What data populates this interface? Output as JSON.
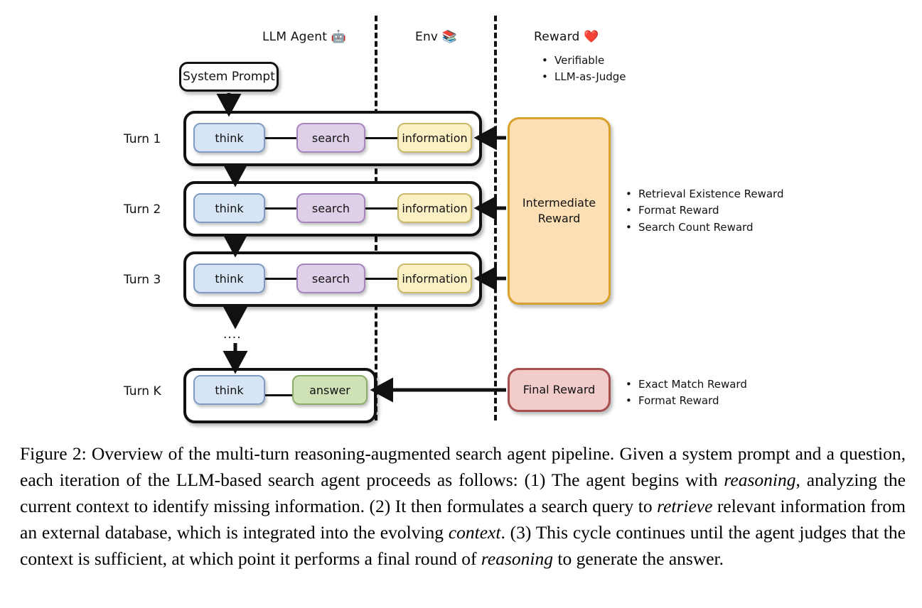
{
  "figure": {
    "columns": [
      {
        "label": "LLM Agent",
        "emoji": "🤖",
        "icon": "robot-icon"
      },
      {
        "label": "Env",
        "emoji": "📚",
        "icon": "books-icon"
      },
      {
        "label": "Reward",
        "emoji": "❤️",
        "icon": "heart-icon"
      }
    ],
    "reward_header_bullets": [
      "Verifiable",
      "LLM-as-Judge"
    ],
    "system_prompt": "System Prompt",
    "turns": [
      {
        "label": "Turn 1",
        "nodes": [
          "think",
          "search",
          "information"
        ]
      },
      {
        "label": "Turn 2",
        "nodes": [
          "think",
          "search",
          "information"
        ]
      },
      {
        "label": "Turn 3",
        "nodes": [
          "think",
          "search",
          "information"
        ]
      },
      {
        "label": "Turn K",
        "nodes": [
          "think",
          "answer"
        ]
      }
    ],
    "ellipsis": "....",
    "intermediate_reward": {
      "title_line1": "Intermediate",
      "title_line2": "Reward",
      "bullets": [
        "Retrieval Existence Reward",
        "Format Reward",
        "Search Count Reward"
      ]
    },
    "final_reward": {
      "title": "Final Reward",
      "bullets": [
        "Exact Match Reward",
        "Format Reward"
      ]
    },
    "colors": {
      "think_fill": "#d6e4f5",
      "think_border": "#7e9cc4",
      "search_fill": "#ded0e8",
      "search_border": "#a885bd",
      "information_fill": "#fbf0c4",
      "information_border": "#c9b96a",
      "answer_fill": "#cfe2b5",
      "answer_border": "#8cad68",
      "intermediate_fill": "#fcdfb4",
      "intermediate_border": "#d9a12b",
      "final_fill": "#f2cbcb",
      "final_border": "#a85050",
      "stroke": "#111111"
    }
  },
  "caption": {
    "label": "Figure 2:",
    "p1": " Overview of the multi-turn reasoning-augmented search agent pipeline. Given a system prompt and a question, each iteration of the LLM-based search agent proceeds as follows: (1) The agent begins with ",
    "em1": "reasoning",
    "p2": ", analyzing the current context to identify missing information. (2) It then formulates a search query to ",
    "em2": "retrieve",
    "p3": " relevant information from an external database, which is integrated into the evolving ",
    "em3": "context",
    "p4": ". (3) This cycle continues until the agent judges that the context is sufficient, at which point it performs a final round of ",
    "em4": "reasoning",
    "p5": " to generate the answer."
  }
}
